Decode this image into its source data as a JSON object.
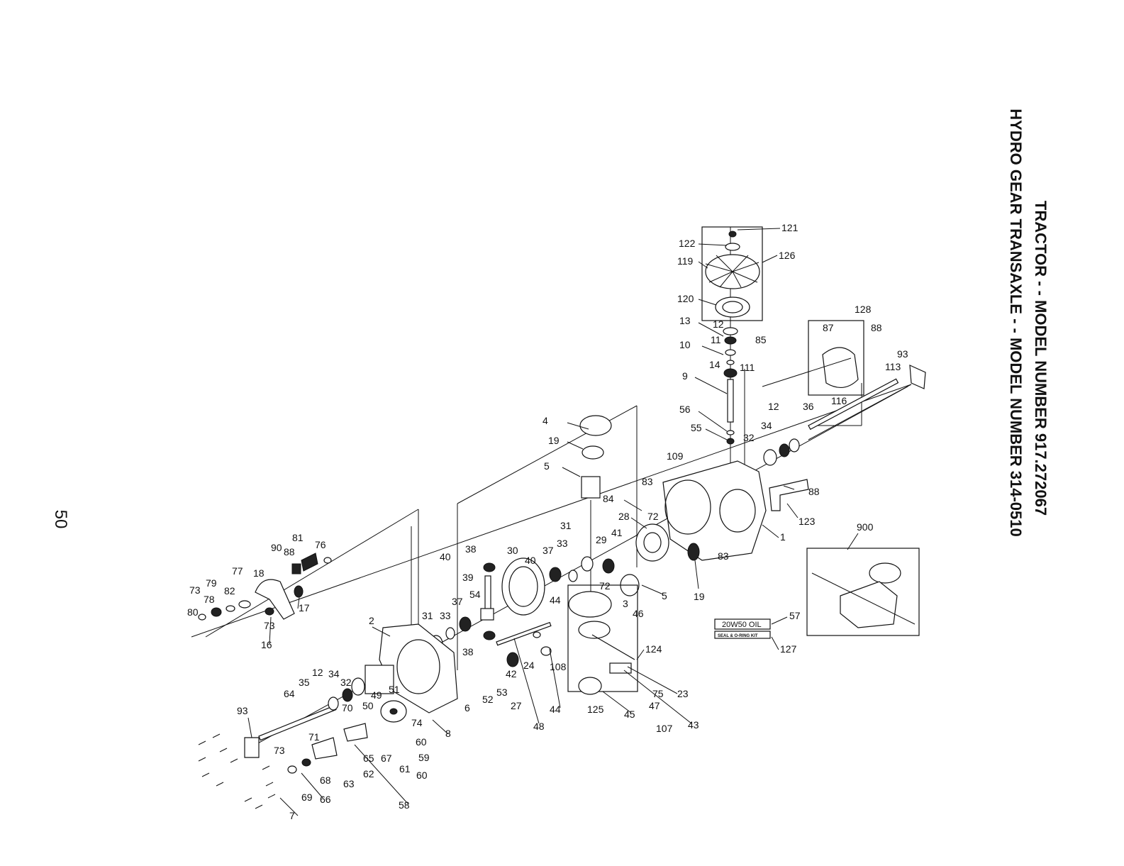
{
  "header": {
    "title_line1": "TRACTOR - - MODEL NUMBER 917.272067",
    "title_line2": "HYDRO GEAR TRANSAXLE - - MODEL NUMBER 314-0510"
  },
  "page_number": "50",
  "oil_label": "20W50 OIL",
  "seal_kit_label": "SEAL & O-RING KIT",
  "part_labels": [
    "121",
    "122",
    "126",
    "119",
    "120",
    "13",
    "12",
    "11",
    "10",
    "14",
    "9",
    "56",
    "55",
    "128",
    "87",
    "88",
    "113",
    "93",
    "116",
    "85",
    "111",
    "12",
    "36",
    "34",
    "32",
    "109",
    "83",
    "88",
    "123",
    "1",
    "900",
    "4",
    "19",
    "5",
    "84",
    "28",
    "72",
    "83",
    "31",
    "29",
    "41",
    "33",
    "37",
    "40",
    "30",
    "38",
    "39",
    "54",
    "37",
    "40",
    "44",
    "72",
    "5",
    "19",
    "3",
    "46",
    "57",
    "127",
    "124",
    "23",
    "75",
    "47",
    "43",
    "107",
    "45",
    "125",
    "44",
    "108",
    "24",
    "48",
    "27",
    "42",
    "53",
    "52",
    "6",
    "8",
    "74",
    "60",
    "59",
    "60",
    "61",
    "67",
    "65",
    "62",
    "63",
    "66",
    "68",
    "69",
    "73",
    "71",
    "70",
    "50",
    "49",
    "51",
    "58",
    "93",
    "64",
    "35",
    "12",
    "34",
    "32",
    "2",
    "31",
    "33",
    "38",
    "81",
    "76",
    "90",
    "88",
    "77",
    "18",
    "79",
    "82",
    "73",
    "78",
    "80",
    "73",
    "16",
    "17",
    "7"
  ]
}
